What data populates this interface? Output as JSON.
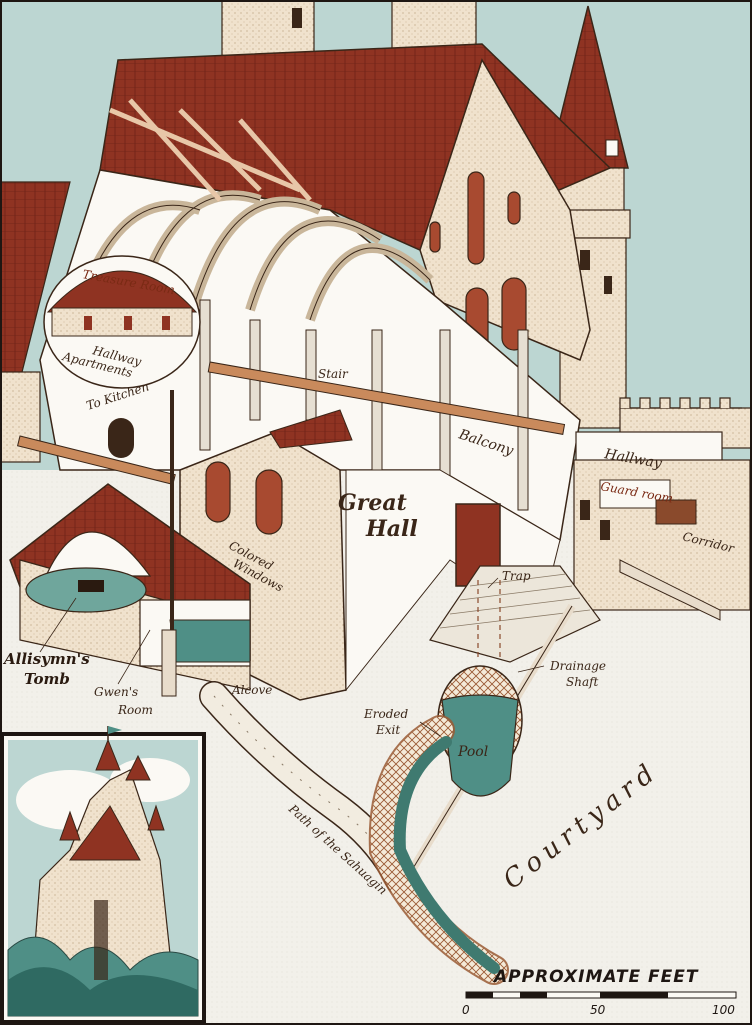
{
  "map": {
    "labels": {
      "treasure_room": "Treasure Room",
      "hallway_upper": "Hallway",
      "apartments": "Apartments",
      "to_kitchen": "To Kitchen",
      "stair": "Stair",
      "balcony": "Balcony",
      "hallway_right": "Hallway",
      "guard_room": "Guard room",
      "corridor": "Corridor",
      "great": "Great",
      "hall": "Hall",
      "colored": "Colored",
      "windows": "Windows",
      "trap": "Trap",
      "drainage": "Drainage",
      "shaft": "Shaft",
      "eroded": "Eroded",
      "exit": "Exit",
      "pool": "Pool",
      "allisymns": "Allisymn's",
      "tomb": "Tomb",
      "gwens": "Gwen's",
      "room": "Room",
      "alcove": "Alcove",
      "courtyard": "Courtyard",
      "path_of_the_sahuagin": "Path of the Sahuagin"
    },
    "scale": {
      "title": "APPROXIMATE FEET",
      "ticks": [
        "0",
        "50",
        "100"
      ]
    },
    "colors": {
      "sky": "#bcd6d2",
      "roof": "#8f3322",
      "stone": "#eddcc6",
      "wall_white": "#fbf9f4",
      "water": "#4f8f86",
      "outline": "#3a2618",
      "brick": "#8a4a2c"
    }
  }
}
